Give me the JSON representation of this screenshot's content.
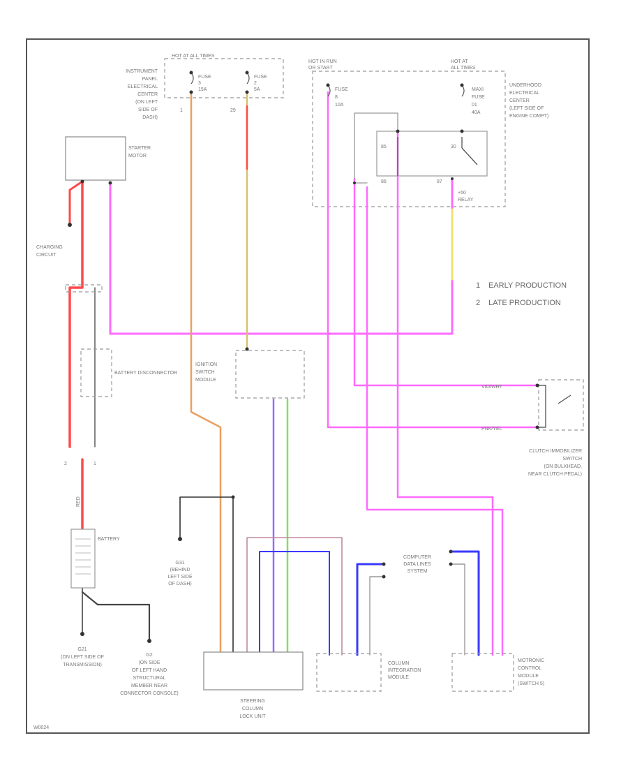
{
  "diagram_id": "W0024",
  "colors": {
    "red": "#ff4a4a",
    "pink": "#ff6aff",
    "orange": "#e8a060",
    "yellow": "#f0e070",
    "blue": "#3a3aff",
    "green": "#88dd66",
    "violet": "#9a6aff",
    "black": "#333333",
    "gray": "#999999",
    "mauve": "#c08aa0"
  },
  "legend": [
    {
      "num": "1",
      "text": "EARLY PRODUCTION"
    },
    {
      "num": "2",
      "text": "LATE PRODUCTION"
    }
  ],
  "components": {
    "ip_center": [
      "INSTRUMENT",
      "PANEL",
      "ELECTRICAL",
      "CENTER",
      "(ON LEFT",
      "SIDE OF",
      "DASH)"
    ],
    "hot_all_times_top": "HOT AT ALL TIMES",
    "fuse_a": [
      "FUSE",
      "3",
      "15A"
    ],
    "fuse_b": [
      "FUSE",
      "2",
      "5A"
    ],
    "hot_in_run": [
      "HOT IN RUN",
      "OR START"
    ],
    "fuse_c": [
      "FUSE",
      "8",
      "10A"
    ],
    "hot_all_times_right": [
      "HOT AT",
      "ALL TIMES"
    ],
    "maxi_fuse": [
      "MAXI",
      "FUSE",
      "01",
      "40A"
    ],
    "underhood": [
      "UNDERHOOD",
      "ELECTRICAL",
      "CENTER",
      "(LEFT SIDE OF",
      "ENGINE COMPT)"
    ],
    "relay_pins": [
      "85",
      "30",
      "86",
      "87"
    ],
    "relay_name": [
      "+50",
      "RELAY"
    ],
    "starter": [
      "STARTER",
      "MOTOR"
    ],
    "charging": [
      "CHARGING",
      "CIRCUIT"
    ],
    "battery_disconnector": "BATTERY DISCONNECTOR",
    "ignition_switch": [
      "IGNITION",
      "SWITCH",
      "MODULE"
    ],
    "battery": "BATTERY",
    "battery_wire": "RED",
    "pin_nums": [
      "2",
      "1"
    ],
    "fuse_pins": [
      "1",
      "29"
    ],
    "g31": [
      "G31",
      "(BEHIND",
      "LEFT SIDE",
      "OF DASH)"
    ],
    "g1": [
      "G21",
      "(ON LEFT SIDE OF",
      "TRANSMISSION)"
    ],
    "g2": [
      "G2",
      "(ON SIDE",
      "OF LEFT HAND",
      "STRUCTURAL",
      "MEMBER NEAR",
      "CONNECTOR CONSOLE)"
    ],
    "steering_lock": [
      "STEERING",
      "COLUMN",
      "LOCK UNIT"
    ],
    "column_module": [
      "COLUMN",
      "INTEGRATION",
      "MODULE"
    ],
    "cdl": [
      "COMPUTER",
      "DATA LINES",
      "SYSTEM"
    ],
    "motronic": [
      "MOTRONIC",
      "CONTROL",
      "MODULE",
      "(SWITCH 5)"
    ],
    "clutch_switch": [
      "CLUTCH IMMOBILIZER",
      "SWITCH",
      "(ON BULKHEAD,",
      "NEAR CLUTCH PEDAL)"
    ],
    "clutch_wire_a": "VIO/WHT",
    "clutch_wire_b": "PNK/YEL"
  }
}
